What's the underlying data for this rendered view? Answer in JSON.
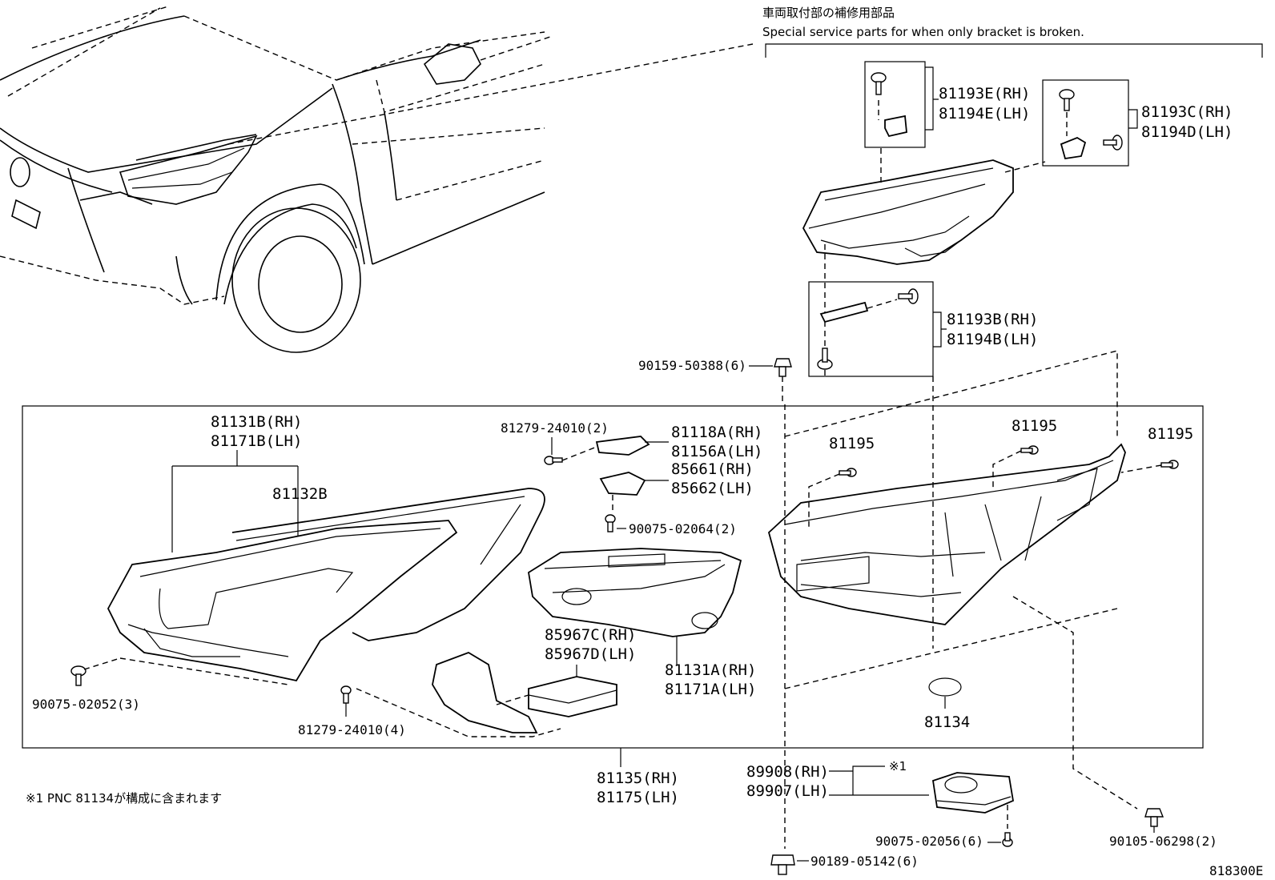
{
  "header": {
    "title_jp": "車両取付部の補修用部品",
    "title_en": "Special service parts for when only bracket is broken."
  },
  "parts": {
    "p81193E": "81193E(RH)",
    "p81194E": "81194E(LH)",
    "p81193C": "81193C(RH)",
    "p81194D": "81194D(LH)",
    "p81193B": "81193B(RH)",
    "p81194B": "81194B(LH)",
    "p90159": "90159-50388(6)",
    "p81131B": "81131B(RH)",
    "p81171B": "81171B(LH)",
    "p81132B": "81132B",
    "p81279_2": "81279-24010(2)",
    "p81118A": "81118A(RH)",
    "p81156A": "81156A(LH)",
    "p85661": "85661(RH)",
    "p85662": "85662(LH)",
    "p90075_2": "90075-02064(2)",
    "p81195_a": "81195",
    "p81195_b": "81195",
    "p81195_c": "81195",
    "p85967C": "85967C(RH)",
    "p85967D": "85967D(LH)",
    "p81131A": "81131A(RH)",
    "p81171A": "81171A(LH)",
    "p90075_3": "90075-02052(3)",
    "p81279_4": "81279-24010(4)",
    "p81134": "81134",
    "p81135": "81135(RH)",
    "p81175": "81175(LH)",
    "p89908": "89908(RH)",
    "p89907": "89907(LH)",
    "ref1": "※1",
    "p90075_6": "90075-02056(6)",
    "p90105": "90105-06298(2)",
    "p90189": "90189-05142(6)"
  },
  "footnote": "※1 PNC 81134が構成に含まれます",
  "diagram_id": "818300E"
}
